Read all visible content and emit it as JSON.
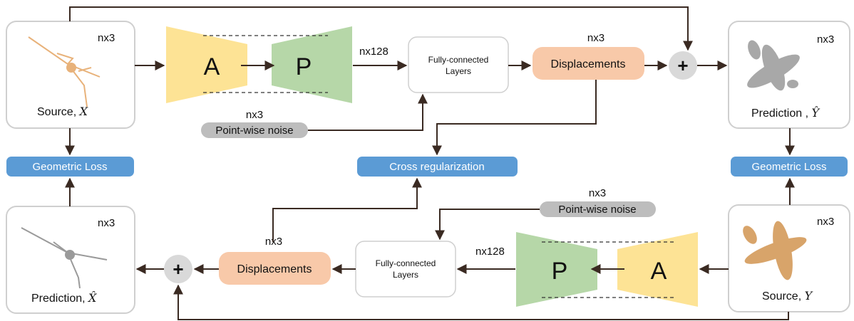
{
  "top_row": {
    "source_box": {
      "caption": "Source, ",
      "symbol": "X",
      "dim": "nx3"
    },
    "encoder_a": {
      "label": "A"
    },
    "encoder_p": {
      "label": "P"
    },
    "feature_dim": "nx128",
    "fc_layers": {
      "line1": "Fully-connected",
      "line2": "Layers"
    },
    "noise": {
      "label": "Point-wise noise",
      "dim": "nx3"
    },
    "displacements": {
      "label": "Displacements",
      "dim": "nx3"
    },
    "plus": "+",
    "prediction_box": {
      "caption": "Prediction , ",
      "symbol": "Ŷ",
      "dim": "nx3"
    }
  },
  "middle_row": {
    "left_loss": "Geometric Loss",
    "cross_reg": "Cross regularization",
    "right_loss": "Geometric Loss"
  },
  "bottom_row": {
    "prediction_box": {
      "caption": "Prediction, ",
      "symbol": "X̂",
      "dim": "nx3"
    },
    "plus": "+",
    "displacements": {
      "label": "Displacements",
      "dim": "nx3"
    },
    "fc_layers": {
      "line1": "Fully-connected",
      "line2": "Layers"
    },
    "feature_dim": "nx128",
    "noise": {
      "label": "Point-wise noise",
      "dim": "nx3"
    },
    "encoder_p": {
      "label": "P"
    },
    "encoder_a": {
      "label": "A"
    },
    "source_box": {
      "caption": "Source, ",
      "symbol": "Y",
      "dim": "nx3"
    }
  },
  "colors": {
    "encoder_a": "#fde395",
    "encoder_p": "#b6d7a8",
    "displacements": "#f8c9a9",
    "noise": "#bdbdbd",
    "loss": "#5b9bd5",
    "plus": "#d9d9d9",
    "arrow": "#3a2a22",
    "box_border": "#cfcfcf"
  }
}
